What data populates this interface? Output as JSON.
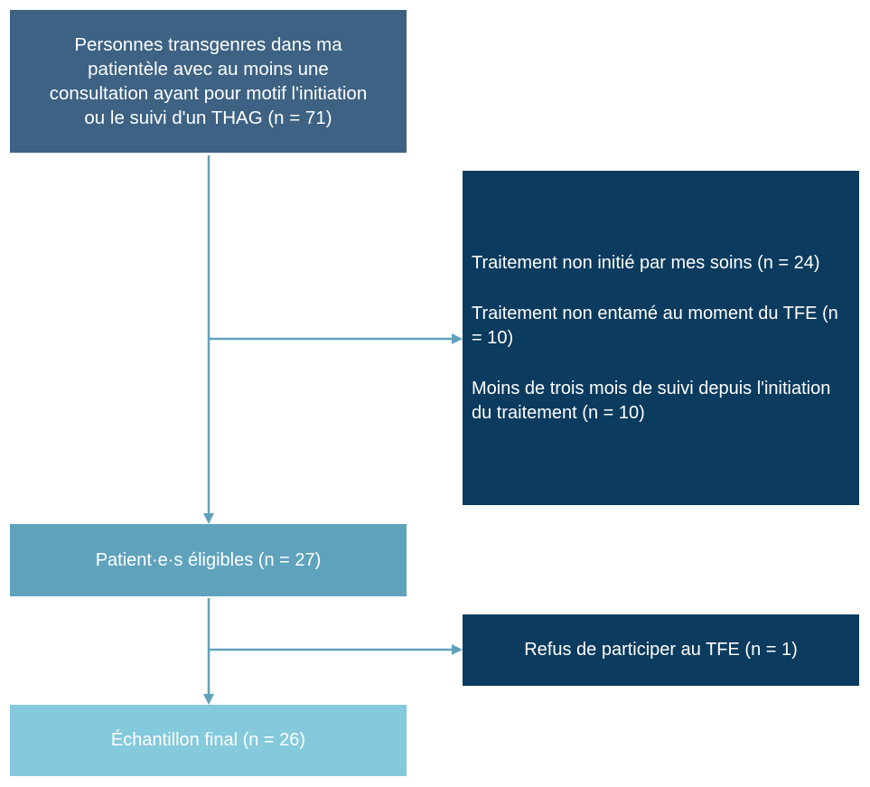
{
  "flowchart": {
    "start": {
      "label": "Personnes transgenres dans ma\npatientèle avec au moins une\nconsultation ayant pour motif l'initiation\nou le suivi d'un THAG  (n = 71)"
    },
    "exclusions": {
      "items": [
        "Traitement non initié par mes soins (n = 24)",
        "Traitement non entamé au moment du TFE (n = 10)",
        "Moins de trois mois de suivi depuis l'initiation du traitement (n = 10)"
      ]
    },
    "eligible": {
      "label": "Patient·e·s éligibles (n = 27)"
    },
    "refusal": {
      "label": "Refus de participer au TFE (n = 1)"
    },
    "final": {
      "label": "Échantillon final (n = 26)"
    }
  },
  "colors": {
    "start_box": "#3d6283",
    "exclusion_box": "#0b3b5e",
    "eligible_box": "#5fa2bc",
    "final_box": "#84c9dc",
    "connector": "#5fa2bc"
  }
}
